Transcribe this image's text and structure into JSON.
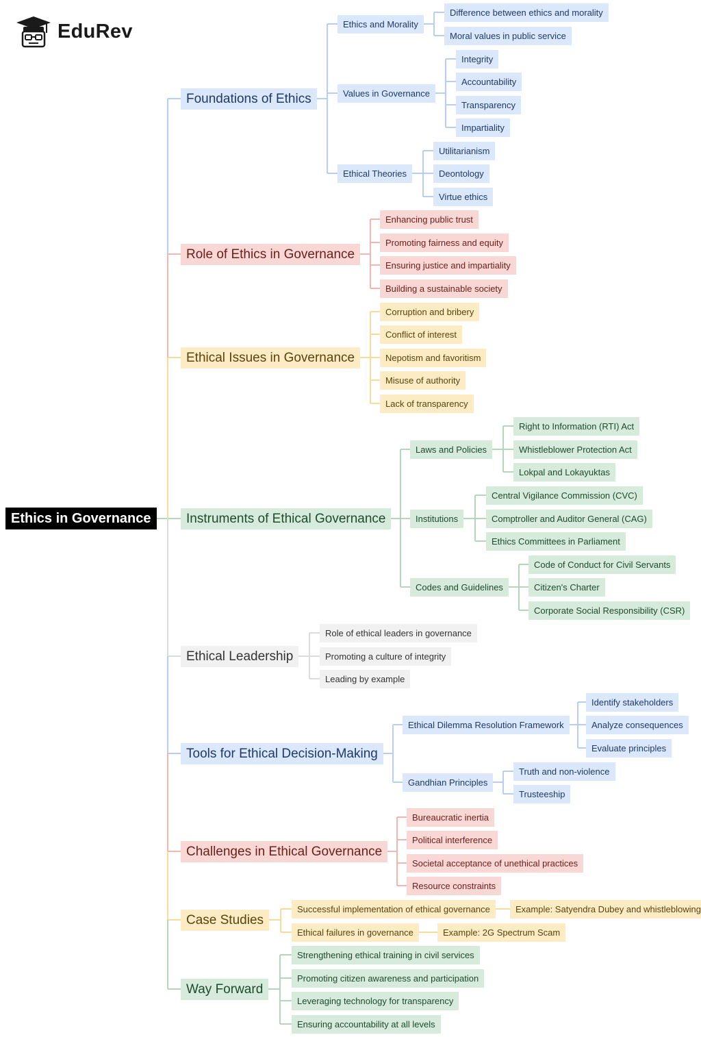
{
  "brand": {
    "name": "EduRev",
    "icon": "graduation-cap-icon"
  },
  "colors": {
    "blue": "#dbe7fb",
    "red": "#f8d7d5",
    "yellow": "#fcebc3",
    "green": "#d7ebdd",
    "gray": "#f1f1f1",
    "line_blue": "#b7cdf3",
    "line_red": "#f0b6b2",
    "line_yellow": "#f6dc9a",
    "line_green": "#b3d6bd",
    "line_gray": "#dcdcdc"
  },
  "mindmap": {
    "root": "Ethics in Governance",
    "branches": [
      {
        "label": "Foundations of Ethics",
        "color": "blue",
        "children": [
          {
            "label": "Ethics and Morality",
            "children": [
              {
                "label": "Difference between ethics and morality"
              },
              {
                "label": "Moral values in public service"
              }
            ]
          },
          {
            "label": "Values in Governance",
            "children": [
              {
                "label": "Integrity"
              },
              {
                "label": "Accountability"
              },
              {
                "label": "Transparency"
              },
              {
                "label": "Impartiality"
              }
            ]
          },
          {
            "label": "Ethical Theories",
            "children": [
              {
                "label": "Utilitarianism"
              },
              {
                "label": "Deontology"
              },
              {
                "label": "Virtue ethics"
              }
            ]
          }
        ]
      },
      {
        "label": "Role of Ethics in Governance",
        "color": "red",
        "children": [
          {
            "label": "Enhancing public trust"
          },
          {
            "label": "Promoting fairness and equity"
          },
          {
            "label": "Ensuring justice and impartiality"
          },
          {
            "label": "Building a sustainable society"
          }
        ]
      },
      {
        "label": "Ethical Issues in Governance",
        "color": "yellow",
        "children": [
          {
            "label": "Corruption and bribery"
          },
          {
            "label": "Conflict of interest"
          },
          {
            "label": "Nepotism and favoritism"
          },
          {
            "label": "Misuse of authority"
          },
          {
            "label": "Lack of transparency"
          }
        ]
      },
      {
        "label": "Instruments of Ethical Governance",
        "color": "green",
        "children": [
          {
            "label": "Laws and Policies",
            "children": [
              {
                "label": "Right to Information (RTI) Act"
              },
              {
                "label": "Whistleblower Protection Act"
              },
              {
                "label": "Lokpal and Lokayuktas"
              }
            ]
          },
          {
            "label": "Institutions",
            "children": [
              {
                "label": "Central Vigilance Commission (CVC)"
              },
              {
                "label": "Comptroller and Auditor General (CAG)"
              },
              {
                "label": "Ethics Committees in Parliament"
              }
            ]
          },
          {
            "label": "Codes and Guidelines",
            "children": [
              {
                "label": "Code of Conduct for Civil Servants"
              },
              {
                "label": "Citizen's Charter"
              },
              {
                "label": "Corporate Social Responsibility (CSR)"
              }
            ]
          }
        ]
      },
      {
        "label": "Ethical Leadership",
        "color": "gray",
        "children": [
          {
            "label": "Role of ethical leaders in governance"
          },
          {
            "label": "Promoting a culture of integrity"
          },
          {
            "label": "Leading by example"
          }
        ]
      },
      {
        "label": "Tools for Ethical Decision-Making",
        "color": "blue",
        "children": [
          {
            "label": "Ethical Dilemma Resolution Framework",
            "children": [
              {
                "label": "Identify stakeholders"
              },
              {
                "label": "Analyze consequences"
              },
              {
                "label": "Evaluate principles"
              }
            ]
          },
          {
            "label": "Gandhian Principles",
            "children": [
              {
                "label": "Truth and non-violence"
              },
              {
                "label": "Trusteeship"
              }
            ]
          }
        ]
      },
      {
        "label": "Challenges in Ethical Governance",
        "color": "red",
        "children": [
          {
            "label": "Bureaucratic inertia"
          },
          {
            "label": "Political interference"
          },
          {
            "label": "Societal acceptance of unethical practices"
          },
          {
            "label": "Resource constraints"
          }
        ]
      },
      {
        "label": "Case Studies",
        "color": "yellow",
        "children": [
          {
            "label": "Successful implementation of ethical governance",
            "children": [
              {
                "label": "Example: Satyendra Dubey and whistleblowing"
              }
            ]
          },
          {
            "label": "Ethical failures in governance",
            "children": [
              {
                "label": "Example: 2G Spectrum Scam"
              }
            ]
          }
        ]
      },
      {
        "label": "Way Forward",
        "color": "green",
        "children": [
          {
            "label": "Strengthening ethical training in civil services"
          },
          {
            "label": "Promoting citizen awareness and participation"
          },
          {
            "label": "Leveraging technology for transparency"
          },
          {
            "label": "Ensuring accountability at all levels"
          }
        ]
      }
    ]
  }
}
